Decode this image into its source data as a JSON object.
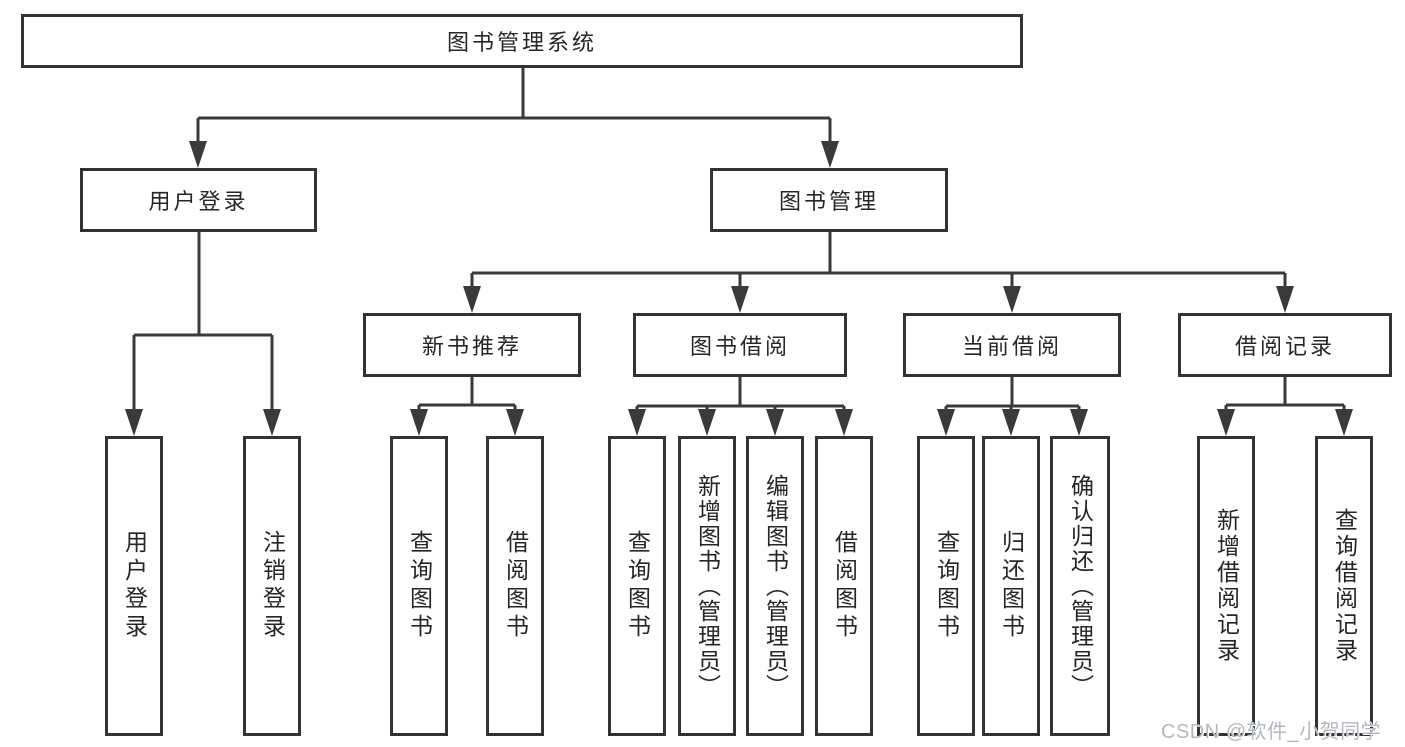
{
  "diagram": {
    "title": "图书管理系统",
    "level2": {
      "user_login": "用户登录",
      "book_mgmt": "图书管理"
    },
    "level3": {
      "new_book": "新书推荐",
      "book_borrow": "图书借阅",
      "current_borrow": "当前借阅",
      "borrow_records": "借阅记录"
    },
    "leaves": {
      "user_login": "用户登录",
      "logout": "注销登录",
      "newbook_query": "查询图书",
      "newbook_borrow": "借阅图书",
      "borrow_query": "查询图书",
      "borrow_add": "新增图书（管理员）",
      "borrow_edit": "编辑图书（管理员）",
      "borrow_take": "借阅图书",
      "current_query": "查询图书",
      "current_return": "归还图书",
      "current_confirm": "确认归还（管理员）",
      "records_add": "新增借阅记录",
      "records_query": "查询借阅记录"
    }
  },
  "watermark": "CSDN @软件_小贺同学",
  "colors": {
    "line": "#3a3a3a",
    "box_border": "#333333",
    "box_fill": "#ffffff",
    "text": "#262626",
    "watermark": "#b3b7be",
    "background": "#ffffff"
  }
}
